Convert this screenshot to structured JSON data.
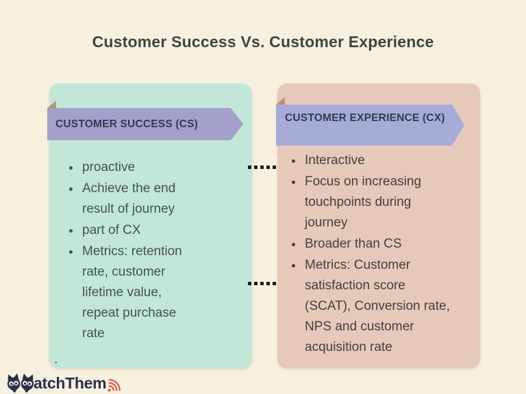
{
  "title": "Customer Success Vs. Customer Experience",
  "cards": [
    {
      "id": "customer-success",
      "header": "CUSTOMER SUCCESS (CS)",
      "items": [
        "proactive",
        "Achieve the end result of journey",
        "part of CX",
        "Metrics: retention rate, customer lifetime value, repeat purchase rate"
      ]
    },
    {
      "id": "customer-experience",
      "header": "CUSTOMER EXPERIENCE (CX)",
      "items": [
        "Interactive",
        "Focus on increasing touchpoints during journey",
        "Broader than CS",
        "Metrics: Customer satisfaction score (SCAT), Conversion rate, NPS and customer acquisition rate"
      ]
    }
  ],
  "connectors": {
    "count": 2,
    "style": "dotted",
    "color": "#1d1d1d"
  },
  "stray_period": ".",
  "logo": {
    "name": "WatchThem",
    "text_part": "atchThem",
    "icons": [
      "owl-eyes-w-icon",
      "signal-waves-icon"
    ]
  },
  "colors": {
    "background": "#f7f0de",
    "title_text": "#3e4442",
    "card_success_bg": "#c2e7d9",
    "card_experience_bg": "#e7c9bc",
    "ribbon_success": "#a3a0ca",
    "ribbon_experience": "#a6acd5",
    "ribbon_text": "#333a52",
    "body_text_success": "#44524d",
    "body_text_experience": "#453e3c",
    "ribbon_fold": "#bf9376",
    "logo_navy": "#2b2f4d",
    "logo_signal_red": "#e0534e"
  }
}
